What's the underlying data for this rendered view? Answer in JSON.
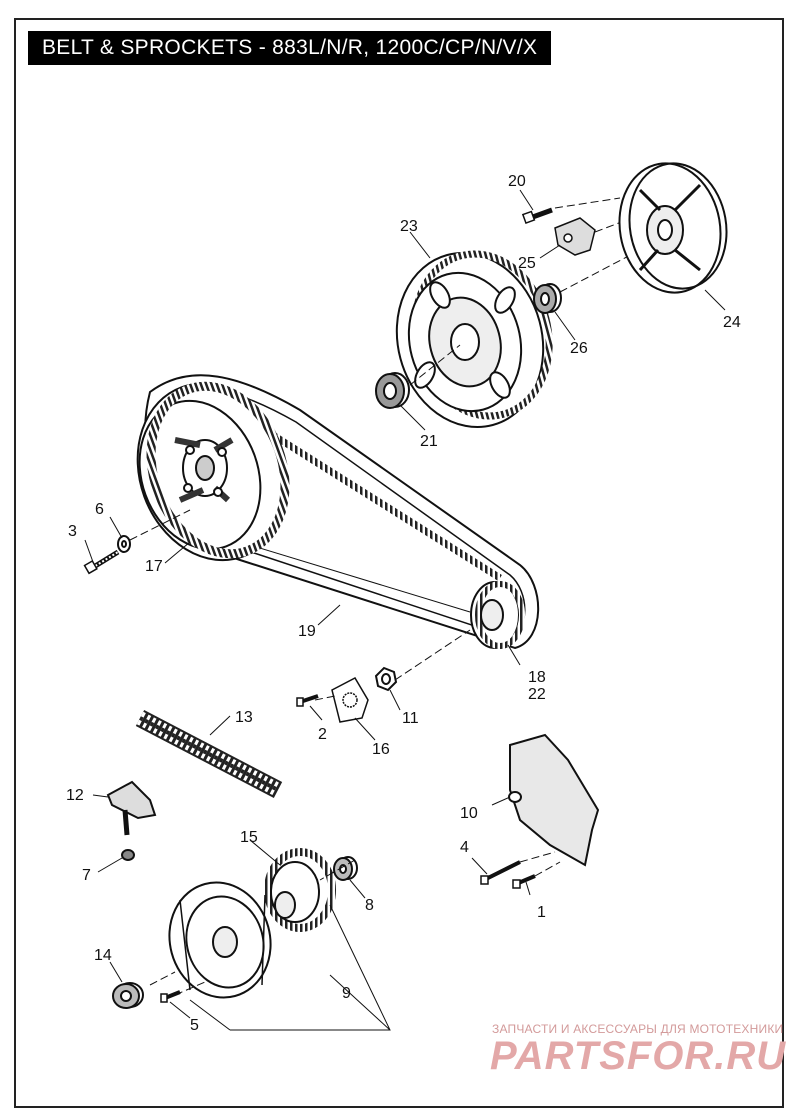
{
  "title": "BELT & SPROCKETS - 883L/N/R, 1200C/CP/N/V/X",
  "watermark": {
    "line1": "ЗАПЧАСТИ И АКСЕССУАРЫ ДЛЯ МОТОТЕХНИКИ",
    "line2": "PARTSFOR.RU"
  },
  "callouts": [
    {
      "id": "c1",
      "label": "1"
    },
    {
      "id": "c2",
      "label": "2"
    },
    {
      "id": "c3",
      "label": "3"
    },
    {
      "id": "c4",
      "label": "4"
    },
    {
      "id": "c5",
      "label": "5"
    },
    {
      "id": "c6",
      "label": "6"
    },
    {
      "id": "c7",
      "label": "7"
    },
    {
      "id": "c8",
      "label": "8"
    },
    {
      "id": "c9",
      "label": "9"
    },
    {
      "id": "c10",
      "label": "10"
    },
    {
      "id": "c11",
      "label": "11"
    },
    {
      "id": "c12",
      "label": "12"
    },
    {
      "id": "c13",
      "label": "13"
    },
    {
      "id": "c14",
      "label": "14"
    },
    {
      "id": "c15",
      "label": "15"
    },
    {
      "id": "c16",
      "label": "16"
    },
    {
      "id": "c17",
      "label": "17"
    },
    {
      "id": "c18",
      "label": "18"
    },
    {
      "id": "c19",
      "label": "19"
    },
    {
      "id": "c20",
      "label": "20"
    },
    {
      "id": "c21",
      "label": "21"
    },
    {
      "id": "c22",
      "label": "22"
    },
    {
      "id": "c23",
      "label": "23"
    },
    {
      "id": "c24",
      "label": "24"
    },
    {
      "id": "c25",
      "label": "25"
    },
    {
      "id": "c26",
      "label": "26"
    }
  ]
}
